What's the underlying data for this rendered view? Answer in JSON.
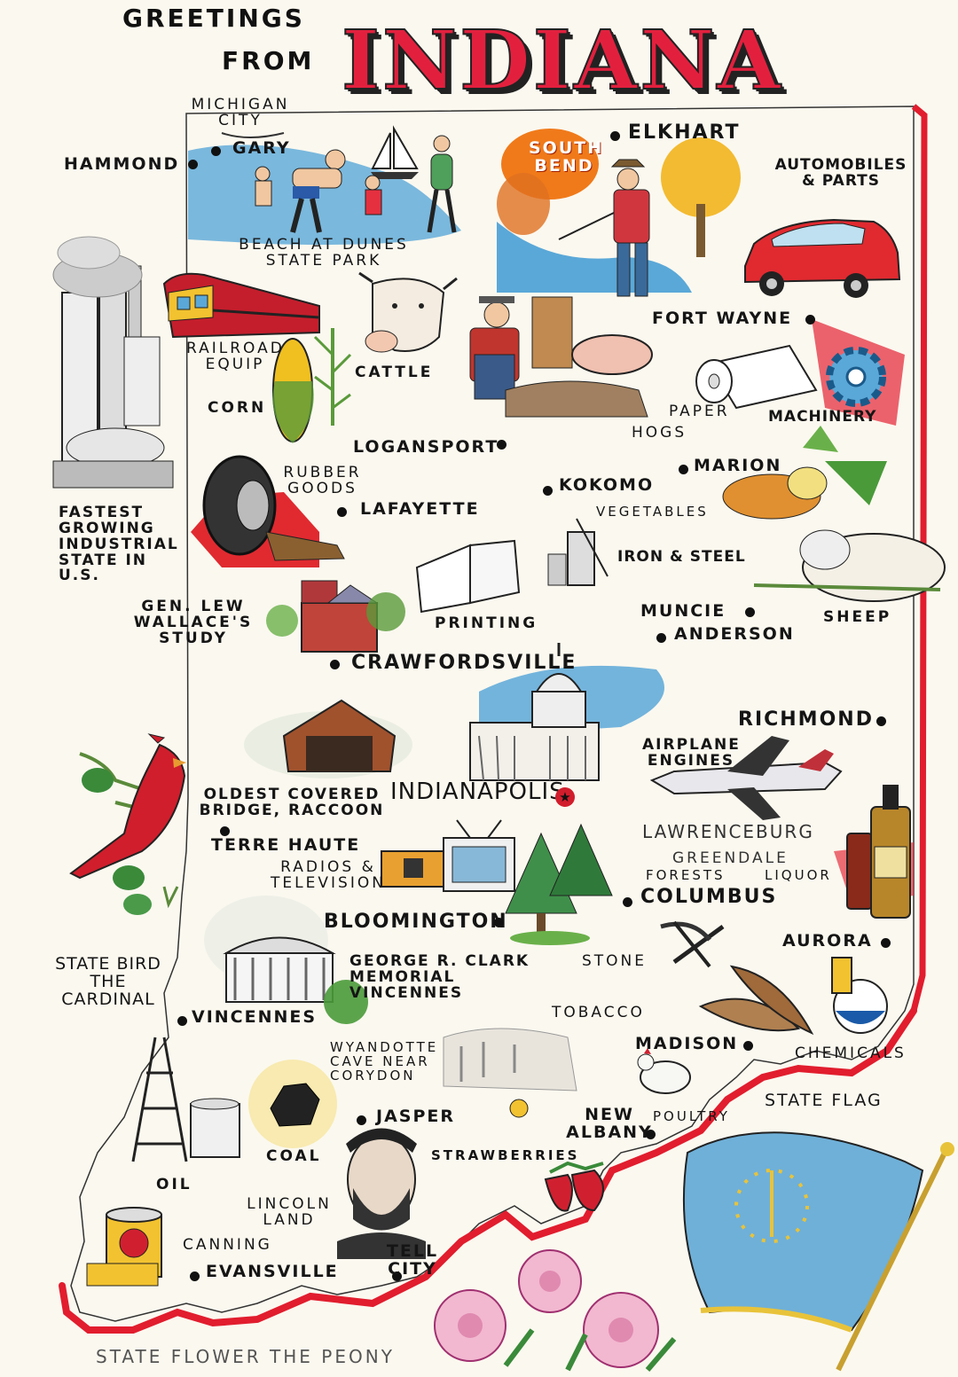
{
  "header": {
    "greetings": "GREETINGS",
    "from": "FROM",
    "state": "INDIANA"
  },
  "cities": {
    "michigan_city": "MICHIGAN CITY",
    "hammond": "HAMMOND",
    "gary": "GARY",
    "south_bend": "SOUTH BEND",
    "elkhart": "ELKHART",
    "fort_wayne": "FORT WAYNE",
    "logansport": "LOGANSPORT",
    "kokomo": "KOKOMO",
    "marion": "MARION",
    "lafayette": "LAFAYETTE",
    "muncie": "MUNCIE",
    "anderson": "ANDERSON",
    "crawfordsville": "CRAWFORDSVILLE",
    "richmond": "RICHMOND",
    "indianapolis": "INDIANAPOLIS",
    "terre_haute": "TERRE HAUTE",
    "lawrenceburg": "LAWRENCEBURG",
    "greendale": "GREENDALE",
    "columbus": "COLUMBUS",
    "bloomington": "BLOOMINGTON",
    "aurora": "AURORA",
    "vincennes": "VINCENNES",
    "madison": "MADISON",
    "jasper": "JASPER",
    "new_albany": "NEW ALBANY",
    "evansville": "EVANSVILLE",
    "tell_city": "TELL CITY"
  },
  "features": {
    "beach": "BEACH AT DUNES STATE PARK",
    "automobiles": "AUTOMOBILES & PARTS",
    "railroad": "RAILROAD EQUIP",
    "cattle": "CATTLE",
    "corn": "CORN",
    "paper": "PAPER",
    "hogs": "HOGS",
    "machinery": "MACHINERY",
    "rubber": "RUBBER GOODS",
    "vegetables": "VEGETABLES",
    "iron_steel": "IRON & STEEL",
    "industrial": "FASTEST GROWING INDUSTRIAL STATE IN U.S.",
    "sheep": "SHEEP",
    "wallace": "GEN. LEW WALLACE'S STUDY",
    "printing": "PRINTING",
    "airplane": "AIRPLANE ENGINES",
    "bridge": "OLDEST COVERED BRIDGE, RACCOON",
    "radios": "RADIOS & TELEVISION",
    "forests": "FORESTS",
    "liquor": "LIQUOR",
    "stone": "STONE",
    "clark": "GEORGE R. CLARK MEMORIAL VINCENNES",
    "tobacco": "TOBACCO",
    "state_bird": "STATE BIRD THE CARDINAL",
    "chemicals": "CHEMICALS",
    "cave": "WYANDOTTE CAVE NEAR CORYDON",
    "poultry": "POULTRY",
    "state_flag": "STATE FLAG",
    "coal": "COAL",
    "strawberries": "STRAWBERRIES",
    "oil": "OIL",
    "lincoln": "LINCOLN LAND",
    "canning": "CANNING",
    "state_flower": "STATE FLOWER THE PEONY"
  },
  "colors": {
    "title_red": "#e2203e",
    "river_red": "#e11d2e",
    "water_blue": "#5aa8d8",
    "flag_blue": "#6fb0d8",
    "flag_gold": "#e8c33a",
    "tree_green": "#3f8f4a"
  },
  "icons": [
    "sailboat-icon",
    "bathers-icon",
    "fisherman-icon",
    "car-icon",
    "factory-icon",
    "train-icon",
    "cow-icon",
    "corn-icon",
    "farmer-hogs-icon",
    "paper-roll-icon",
    "gear-icon",
    "tire-icon",
    "vegetables-icon",
    "book-icon",
    "steel-furnace-icon",
    "sheep-icon",
    "study-building-icon",
    "capitol-icon",
    "covered-bridge-icon",
    "airplane-icon",
    "cardinal-icon",
    "radio-icon",
    "pine-trees-icon",
    "liquor-bottle-icon",
    "pickaxe-icon",
    "memorial-icon",
    "tobacco-leaf-icon",
    "chemical-flask-icon",
    "cave-icon",
    "oil-derrick-icon",
    "coal-icon",
    "lincoln-icon",
    "strawberry-icon",
    "hen-icon",
    "flag-icon",
    "can-icon",
    "peony-icon"
  ]
}
